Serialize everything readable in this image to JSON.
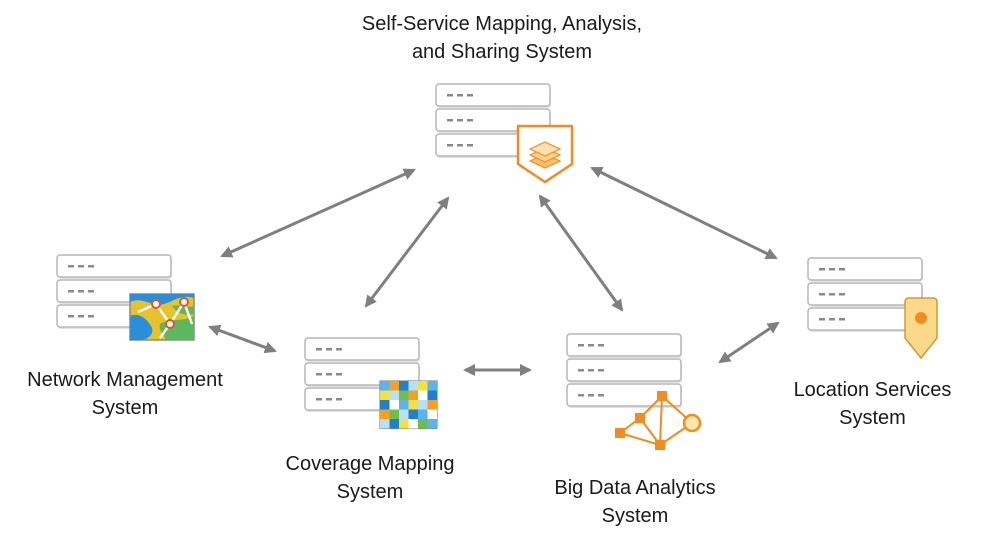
{
  "colors": {
    "arrow": "#7f7f7f",
    "server_face": "#ffffff",
    "server_border": "#b7b7b7",
    "server_shadow": "#e2e2e2",
    "server_dash": "#8a8a8a",
    "accent_orange": "#f28c1e",
    "pin_fill": "#fbd98b",
    "text": "#1a1a1a"
  },
  "systems": {
    "self_service": {
      "label_line1": "Self-Service Mapping, Analysis,",
      "label_line2": "and Sharing System",
      "icon": "layers-icon"
    },
    "network": {
      "label_line1": "Network Management",
      "label_line2": "System",
      "icon": "network-map-icon"
    },
    "coverage": {
      "label_line1": "Coverage Mapping",
      "label_line2": "System",
      "icon": "coverage-grid-icon"
    },
    "bigdata": {
      "label_line1": "Big Data Analytics",
      "label_line2": "System",
      "icon": "graph-nodes-icon"
    },
    "location": {
      "label_line1": "Location Services",
      "label_line2": "System",
      "icon": "location-pin-icon"
    }
  },
  "connections": [
    {
      "from": "self_service",
      "to": "network",
      "type": "bidirectional"
    },
    {
      "from": "self_service",
      "to": "coverage",
      "type": "bidirectional"
    },
    {
      "from": "self_service",
      "to": "bigdata",
      "type": "bidirectional"
    },
    {
      "from": "self_service",
      "to": "location",
      "type": "bidirectional"
    },
    {
      "from": "network",
      "to": "coverage",
      "type": "bidirectional"
    },
    {
      "from": "coverage",
      "to": "bigdata",
      "type": "bidirectional"
    },
    {
      "from": "bigdata",
      "to": "location",
      "type": "bidirectional"
    }
  ]
}
